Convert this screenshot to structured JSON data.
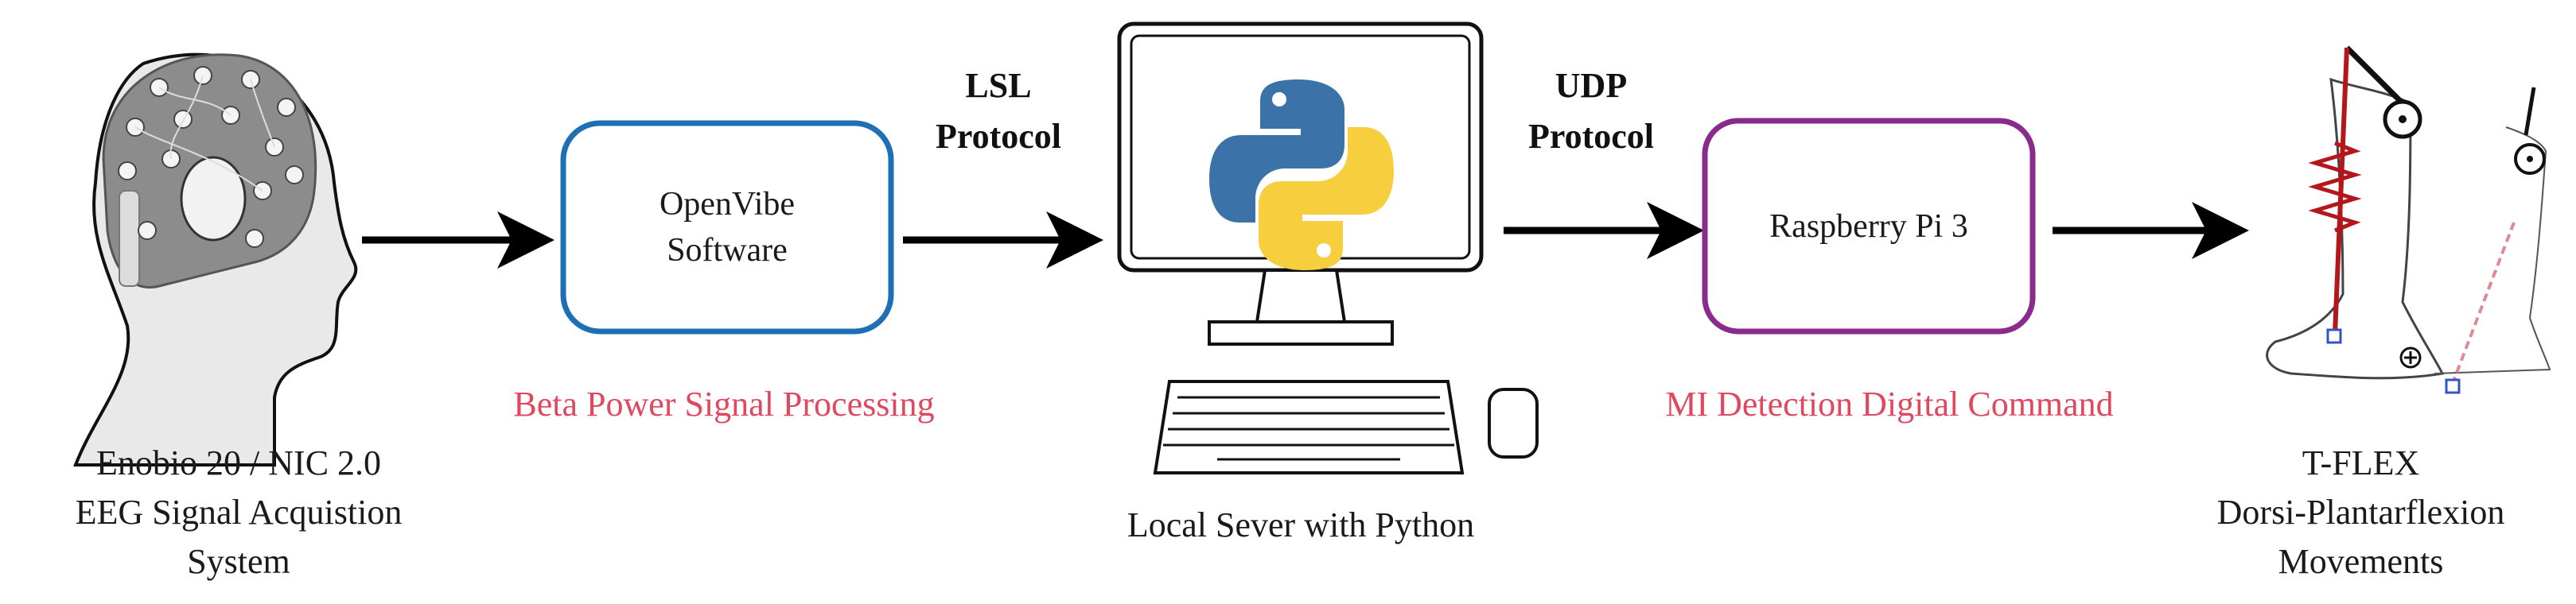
{
  "nodes": {
    "eeg": {
      "caption": [
        "Enobio 20 / NIC 2.0",
        "EEG Signal Acquistion",
        "System"
      ]
    },
    "openvibe": {
      "label": [
        "OpenVibe",
        "Software"
      ],
      "color": "#1f6fb5"
    },
    "computer": {
      "caption": [
        "Local Sever with Python"
      ]
    },
    "raspberry": {
      "label": [
        "Raspberry Pi 3"
      ],
      "color": "#8a2a8c"
    },
    "tflex": {
      "caption": [
        "T-FLEX",
        "Dorsi-Plantarflexion",
        "Movements"
      ]
    }
  },
  "protocols": {
    "lsl": [
      "LSL",
      "Protocol"
    ],
    "udp": [
      "UDP",
      "Protocol"
    ]
  },
  "processes": {
    "beta": "Beta Power Signal Processing",
    "mi": "MI Detection Digital Command"
  },
  "colors": {
    "process_text": "#e0485f",
    "arrow": "#000000",
    "python_blue": "#3b73a8",
    "python_yellow": "#f7cf3e",
    "actuator_red": "#b3161b"
  },
  "icons": [
    "eeg-head-icon",
    "python-logo-icon",
    "monitor-icon",
    "keyboard-icon",
    "mouse-icon",
    "foot-orthosis-icon"
  ]
}
